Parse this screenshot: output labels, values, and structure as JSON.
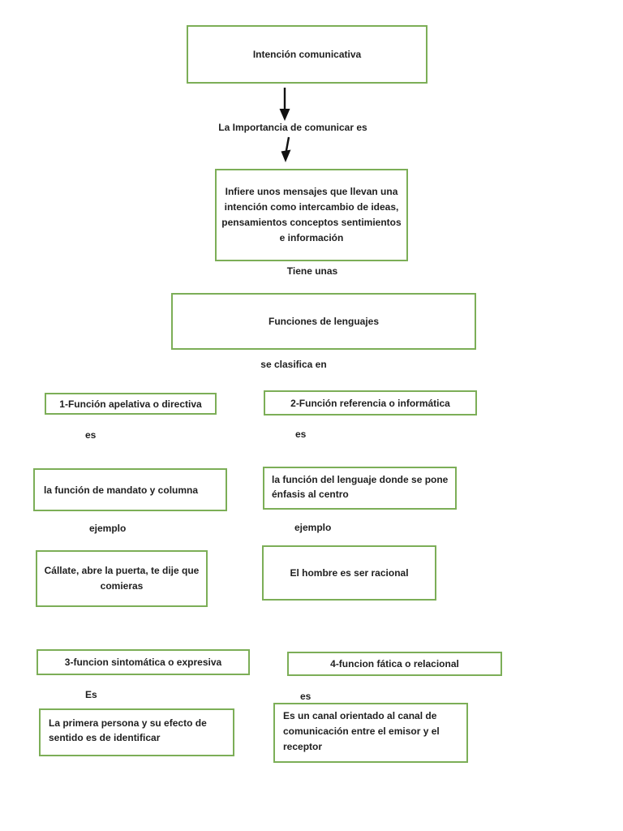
{
  "diagram": {
    "root": {
      "title": "Intención comunicativa"
    },
    "connector_top_label": "La Importancia de comunicar es",
    "description_box": "Infiere unos mensajes que llevan una intención como intercambio de ideas, pensamientos conceptos sentimientos e información",
    "tiene_unas_label": "Tiene unas",
    "funciones_box": "Funciones de lenguajes",
    "se_clasifica_label": "se clasifica en",
    "functions": [
      {
        "name": "1-Función apelativa o directiva",
        "es_label": "es",
        "definition": "la función de mandato y columna",
        "ejemplo_label": "ejemplo",
        "example": "Cállate, abre la puerta, te dije que comieras"
      },
      {
        "name": "2-Función referencia o informática",
        "es_label": "es",
        "definition": "la función del lenguaje donde se pone énfasis al centro",
        "ejemplo_label": "ejemplo",
        "example": "El hombre es ser racional"
      },
      {
        "name": "3-funcion sintomática o expresiva",
        "es_label": "Es",
        "definition": "La primera persona y su efecto de sentido es de identificar"
      },
      {
        "name": "4-funcion fática o relacional",
        "es_label": "es",
        "definition": "Es un canal orientado al canal de comunicación entre el emisor y el receptor"
      }
    ],
    "colors": {
      "box_border": "#7cae57",
      "text": "#1f1f1f",
      "arrow": "#111111",
      "background": "#ffffff"
    }
  }
}
